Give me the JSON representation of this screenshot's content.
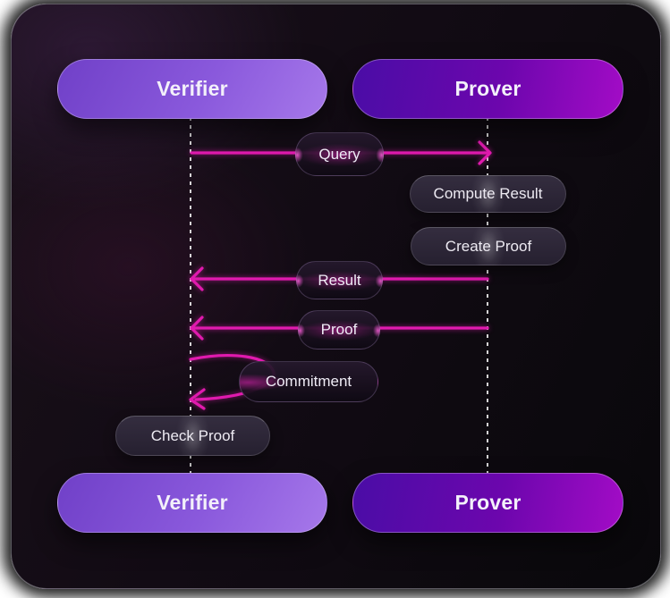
{
  "colors": {
    "accent": "#e01aae",
    "verifier_grad_a": "#7040c8",
    "verifier_grad_b": "#a678ea",
    "prover_grad_a": "#4a0da6",
    "prover_grad_b": "#a30cc6",
    "canvas_bg": "#120b14",
    "lifeline": "#ffffff"
  },
  "nodes": {
    "verifier_top": {
      "label": "Verifier"
    },
    "prover_top": {
      "label": "Prover"
    },
    "verifier_bottom": {
      "label": "Verifier"
    },
    "prover_bottom": {
      "label": "Prover"
    }
  },
  "messages": {
    "query": {
      "label": "Query",
      "from": "Verifier",
      "to": "Prover",
      "direction": "right"
    },
    "result": {
      "label": "Result",
      "from": "Prover",
      "to": "Verifier",
      "direction": "left"
    },
    "proof": {
      "label": "Proof",
      "from": "Prover",
      "to": "Verifier",
      "direction": "left"
    },
    "commitment": {
      "label": "Commitment",
      "from": "Verifier",
      "to": "Verifier",
      "direction": "self-loop"
    }
  },
  "actions": {
    "compute_result": {
      "label": "Compute Result",
      "lane": "Prover"
    },
    "create_proof": {
      "label": "Create Proof",
      "lane": "Prover"
    },
    "check_proof": {
      "label": "Check Proof",
      "lane": "Verifier"
    }
  }
}
